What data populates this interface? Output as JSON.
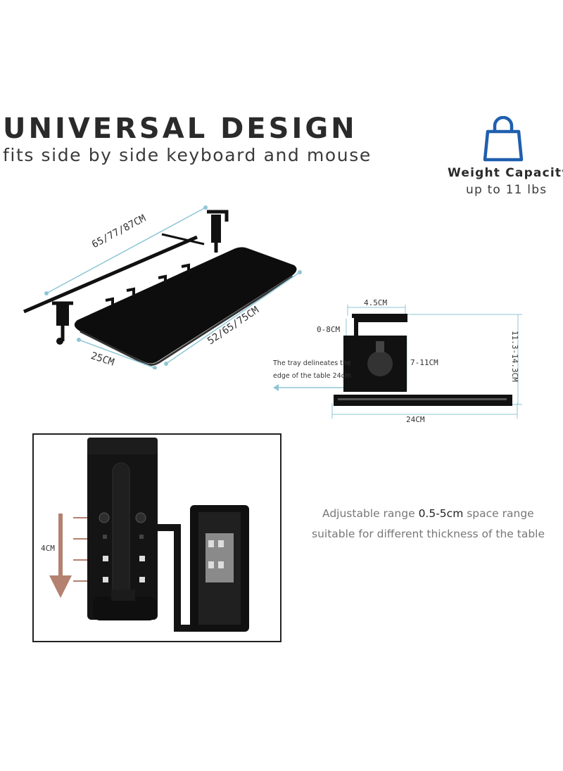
{
  "header": {
    "title": "UNIVERSAL DESIGN",
    "subtitle": "fits side by side keyboard and mouse"
  },
  "weight": {
    "icon": "shopping-bag-icon",
    "title": "Weight Capacity",
    "value": "up to 11 lbs"
  },
  "tray_dimensions": {
    "length": "65/77/87CM",
    "depth": "25CM",
    "width": "52/65/75CM"
  },
  "side_diagram": {
    "clamp_width": "4.5CM",
    "clamp_gap": "0-8CM",
    "clamp_height": "7-11CM",
    "total_height": "11.3-14.3CM",
    "rail_length": "24CM",
    "note_line1": "The tray delineates the",
    "note_line2": "edge of the table 24cm"
  },
  "detail_photo": {
    "adjust_label": "4CM"
  },
  "adjustable": {
    "prefix": "Adjustable range ",
    "range": "0.5-5cm",
    "suffix": " space range",
    "line2": "suitable for different thickness of the table"
  },
  "colors": {
    "accent_blue": "#1f5fae",
    "dimension_line": "#8fc6d6",
    "arrow": "#b4806f",
    "tray": "#111111"
  }
}
